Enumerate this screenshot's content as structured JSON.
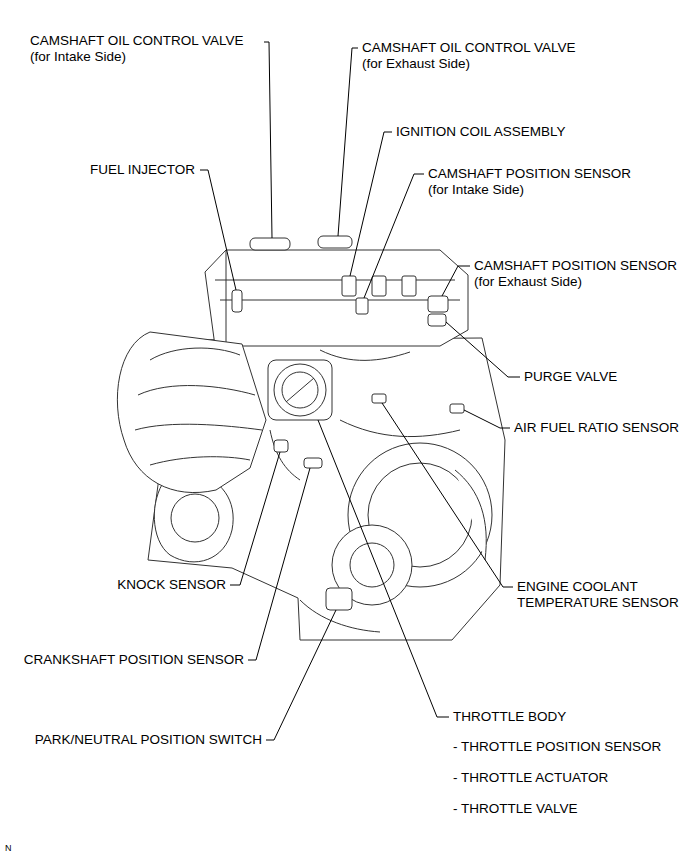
{
  "diagram": {
    "labels": [
      "CAMSHAFT OIL CONTROL VALVE (for Intake Side)",
      "CAMSHAFT OIL CONTROL VALVE (for Exhaust Side)",
      "IGNITION COIL ASSEMBLY",
      "FUEL INJECTOR",
      "CAMSHAFT POSITION SENSOR (for Intake Side)",
      "CAMSHAFT POSITION SENSOR (for Exhaust Side)",
      "PURGE VALVE",
      "AIR FUEL RATIO SENSOR",
      "KNOCK SENSOR",
      "ENGINE COOLANT TEMPERATURE SENSOR",
      "CRANKSHAFT POSITION SENSOR",
      "PARK/NEUTRAL POSITION SWITCH",
      "THROTTLE BODY",
      "- THROTTLE POSITION SENSOR",
      "- THROTTLE ACTUATOR",
      "- THROTTLE VALVE",
      "N"
    ]
  }
}
